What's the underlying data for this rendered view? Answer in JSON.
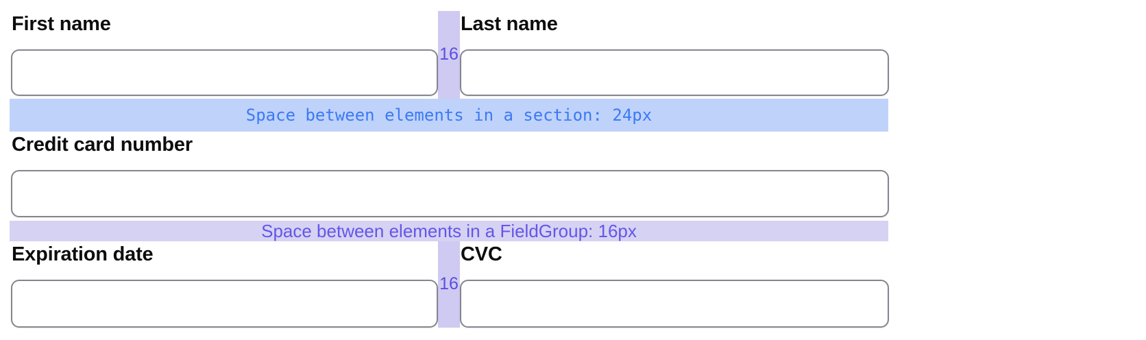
{
  "page": {
    "background_color": "#ffffff"
  },
  "annotations": {
    "section_gap_band": {
      "label": "Space between elements in a section: 24px",
      "text_color": "#3b7af5",
      "band_color": "#bfd2fa"
    },
    "fieldgroup_gap_band": {
      "label": "Space between elements in a FieldGroup: 16px",
      "text_color": "#6456e8",
      "band_color": "#d6d2f3"
    },
    "column_gap": {
      "label": "16",
      "text_color": "#5b4de4",
      "band_color": "#cfcaf1"
    }
  },
  "form": {
    "fields": {
      "first_name": {
        "label": "First name",
        "value": "",
        "placeholder": ""
      },
      "last_name": {
        "label": "Last name",
        "value": "",
        "placeholder": ""
      },
      "credit_card_number": {
        "label": "Credit card number",
        "value": "",
        "placeholder": ""
      },
      "expiration_date": {
        "label": "Expiration date",
        "value": "",
        "placeholder": ""
      },
      "cvc": {
        "label": "CVC",
        "value": "",
        "placeholder": ""
      }
    }
  }
}
